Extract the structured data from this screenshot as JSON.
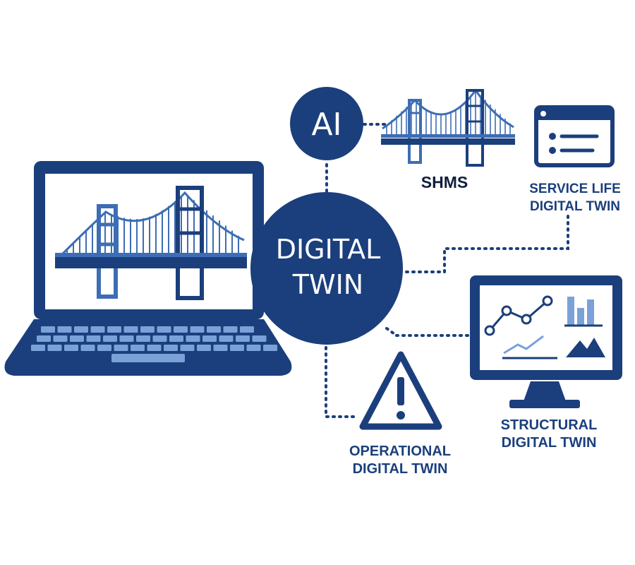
{
  "colors": {
    "navy": "#1b3f7c",
    "mid": "#3d6db4",
    "light": "#7aa2d8",
    "dark": "#0f1f3d",
    "white": "#ffffff"
  },
  "nodes": {
    "ai": {
      "text": "AI"
    },
    "center": {
      "line1": "DIGITAL",
      "line2": "TWIN"
    }
  },
  "labels": {
    "shms": "SHMS",
    "service_life_1": "SERVICE LIFE",
    "service_life_2": "DIGITAL TWIN",
    "structural_1": "STRUCTURAL",
    "structural_2": "DIGITAL TWIN",
    "operational_1": "OPERATIONAL",
    "operational_2": "DIGITAL TWIN"
  },
  "icons": [
    "laptop-icon",
    "bridge-icon",
    "document-icon",
    "monitor-icon",
    "line-chart-icon",
    "bar-chart-icon",
    "mountain-icon",
    "warning-icon"
  ]
}
